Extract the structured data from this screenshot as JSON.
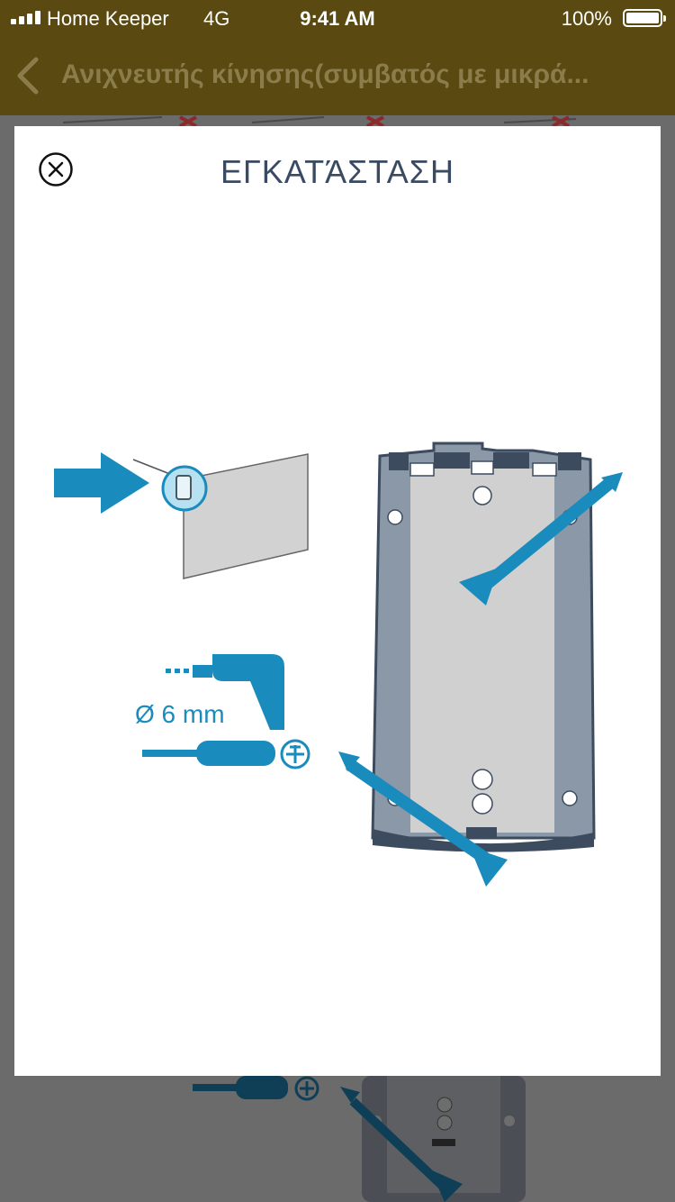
{
  "status_bar": {
    "carrier": "Home Keeper",
    "network": "4G",
    "time": "9:41 AM",
    "battery": "100%"
  },
  "nav": {
    "title": "Ανιχνευτής κίνησης(συμβατός με μικρά...",
    "back_icon": "chevron-left-icon"
  },
  "modal": {
    "title": "ΕΓΚΑΤΆΣΤΑΣΗ",
    "close_icon": "close-circle-icon",
    "drill_bit_label": "Ø 6 mm"
  },
  "colors": {
    "accent_blue": "#1a8bbd",
    "bar_gold": "#5a4a11",
    "bracket_gray": "#8a98a8",
    "title_navy": "#3b4a63"
  }
}
